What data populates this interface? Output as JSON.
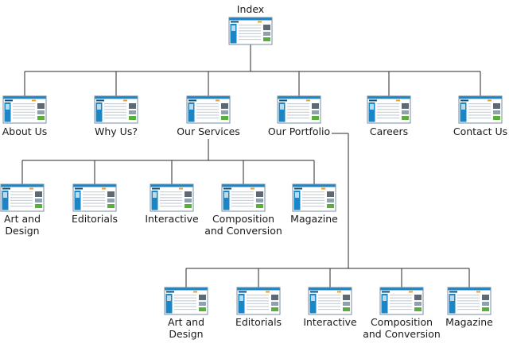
{
  "diagram": {
    "root": {
      "label": "Index"
    },
    "level1": [
      {
        "label": [
          "About Us"
        ]
      },
      {
        "label": [
          "Why Us?"
        ]
      },
      {
        "label": [
          "Our Services"
        ]
      },
      {
        "label": [
          "Our Portfolio"
        ]
      },
      {
        "label": [
          "Careers"
        ]
      },
      {
        "label": [
          "Contact Us"
        ]
      }
    ],
    "services": [
      {
        "label": [
          "Art and",
          "Design"
        ]
      },
      {
        "label": [
          "Editorials"
        ]
      },
      {
        "label": [
          "Interactive"
        ]
      },
      {
        "label": [
          "Composition",
          "and Conversion"
        ]
      },
      {
        "label": [
          "Magazine"
        ]
      }
    ],
    "portfolio": [
      {
        "label": [
          "Art and",
          "Design"
        ]
      },
      {
        "label": [
          "Editorials"
        ]
      },
      {
        "label": [
          "Interactive"
        ]
      },
      {
        "label": [
          "Composition",
          "and Conversion"
        ]
      },
      {
        "label": [
          "Magazine"
        ]
      }
    ]
  },
  "colors": {
    "connector": "#2a2a2a",
    "thumb_header": "#1b86c6",
    "thumb_sidebar": "#1b86c6",
    "thumb_border": "#7a8da0",
    "thumb_text": "#c8d0d8",
    "thumb_accent_green": "#58b03a",
    "thumb_accent_orange": "#f29a1a"
  }
}
